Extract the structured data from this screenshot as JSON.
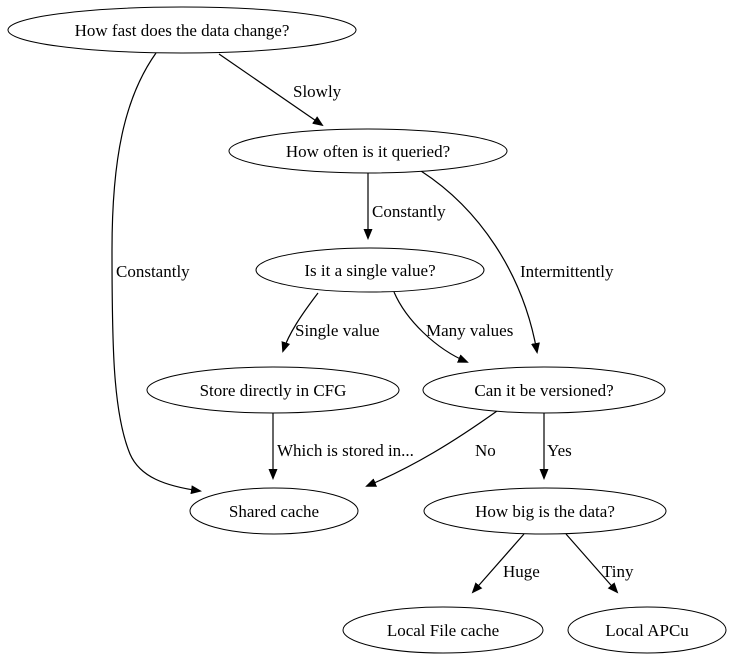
{
  "diagram": {
    "type": "flowchart-decision-tree",
    "background_color": "#ffffff",
    "stroke_color": "#000000",
    "text_color": "#000000",
    "nodes": {
      "how_fast": "How fast does the data change?",
      "how_often": "How often is it queried?",
      "is_single": "Is it a single value?",
      "store_cfg": "Store directly in CFG",
      "versioned": "Can it be versioned?",
      "shared_cache": "Shared cache",
      "how_big": "How big is the data?",
      "local_file": "Local File cache",
      "local_apcu": "Local APCu"
    },
    "edges": {
      "slowly": "Slowly",
      "constantly_from_fast": "Constantly",
      "constantly_from_often": "Constantly",
      "intermittently": "Intermittently",
      "single_value": "Single value",
      "many_values": "Many values",
      "which_stored": "Which is stored in...",
      "no": "No",
      "yes": "Yes",
      "huge": "Huge",
      "tiny": "Tiny"
    }
  }
}
